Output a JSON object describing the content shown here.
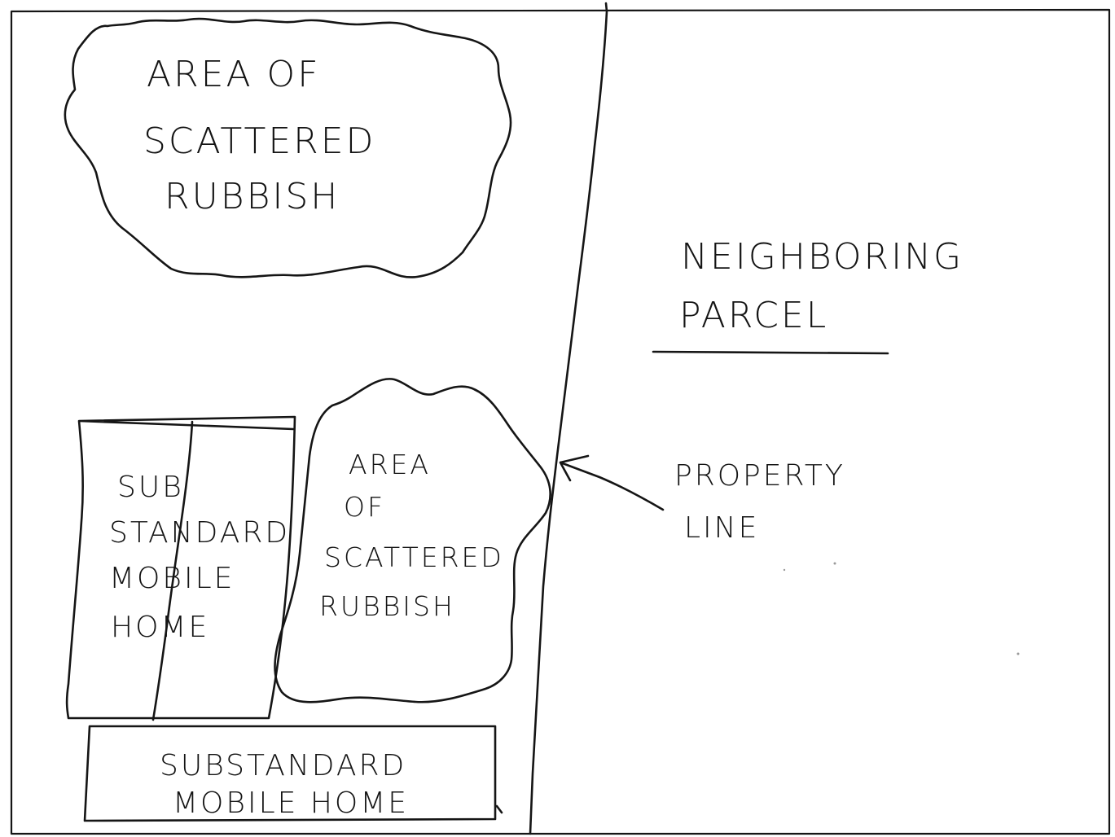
{
  "labels": {
    "rubbish_top": [
      "AREA OF",
      "SCATTERED",
      "RUBBISH"
    ],
    "neighboring": [
      "NEIGHBORING",
      "PARCEL"
    ],
    "home_left": [
      "SUB",
      "STANDARD",
      "MOBILE",
      "HOME"
    ],
    "rubbish_mid": [
      "AREA",
      "OF",
      "SCATTERED",
      "RUBBISH"
    ],
    "property_line": [
      "PROPERTY",
      "LINE"
    ],
    "home_bottom": [
      "SUBSTANDARD",
      "MOBILE HOME"
    ]
  },
  "colors": {
    "ink": "#151515",
    "paper": "#ffffff"
  }
}
